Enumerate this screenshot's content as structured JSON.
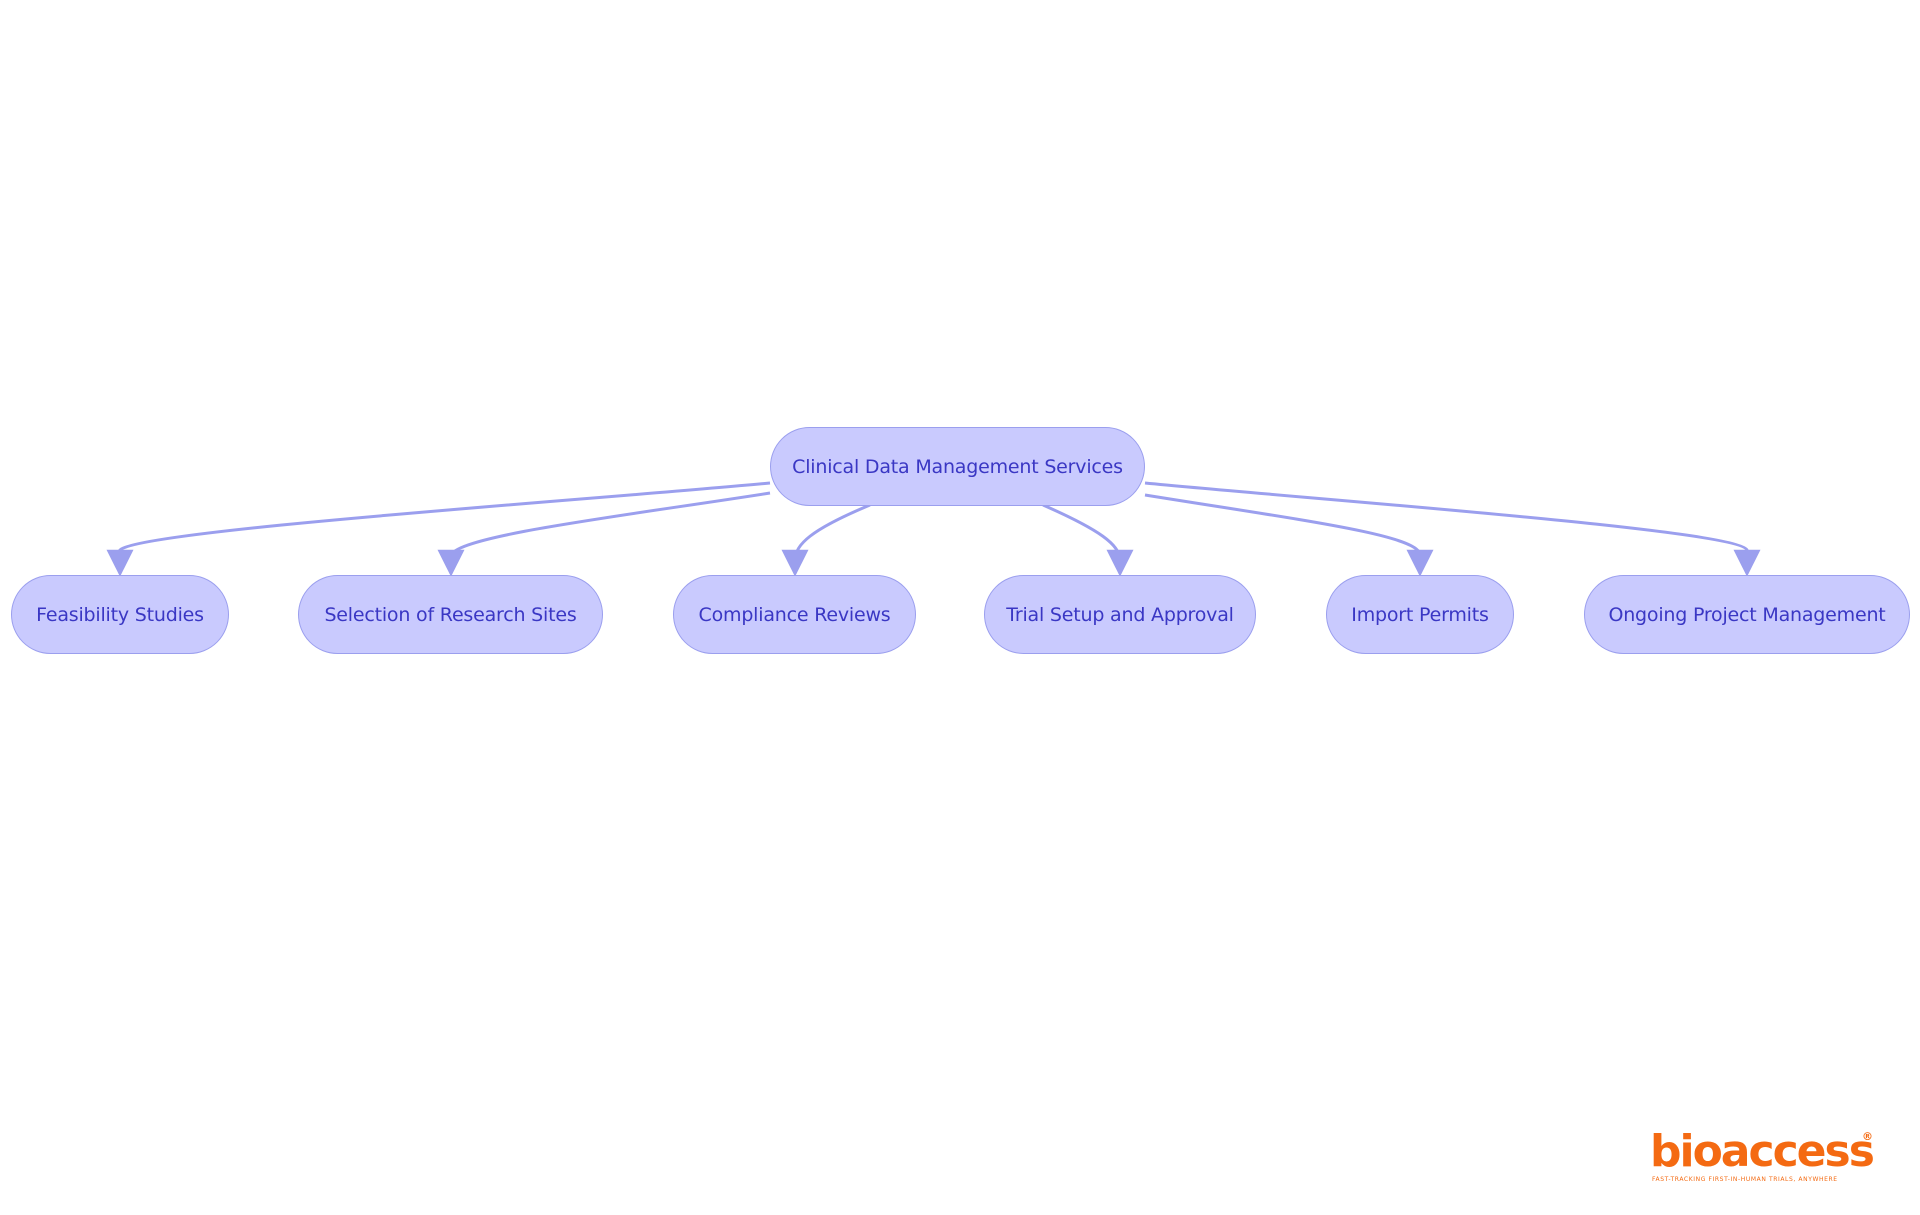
{
  "diagram": {
    "root": "Clinical Data Management Services",
    "children": [
      "Feasibility Studies",
      "Selection of Research Sites",
      "Compliance Reviews",
      "Trial Setup and Approval",
      "Import Permits",
      "Ongoing Project Management"
    ],
    "colors": {
      "node_fill": "#c9cafe",
      "node_border": "#9b9fee",
      "node_text": "#3a37c4",
      "edge": "#9b9fee"
    }
  },
  "logo": {
    "wordmark": "bioaccess",
    "registered": "®",
    "tagline": "FAST-TRACKING FIRST-IN-HUMAN TRIALS, ANYWHERE",
    "color": "#f46a12"
  }
}
